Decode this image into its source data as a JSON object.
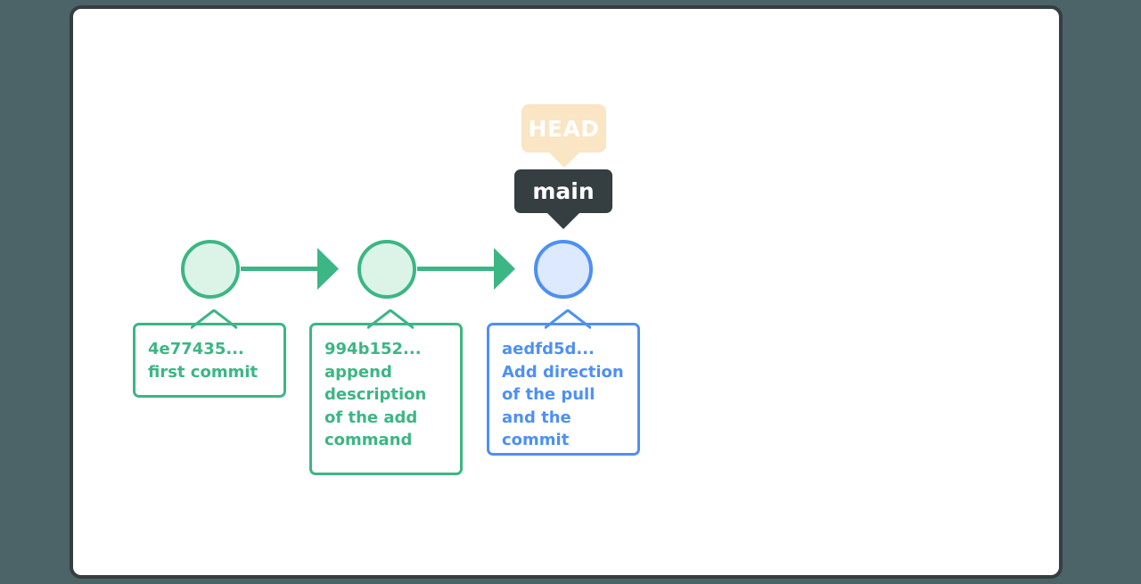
{
  "canvas": {
    "background_color": "#4c6468",
    "panel_background": "#ffffff",
    "panel_border_color": "#353e41"
  },
  "theme": {
    "commit_green": "#3cb684",
    "commit_green_fill": "#dcf4e8",
    "commit_blue": "#4e90f2",
    "commit_blue_fill": "#dde9ff",
    "head_badge_color": "#fae5c4",
    "branch_badge_color": "#353e41",
    "badge_text_color": "#ffffff"
  },
  "head_pointer": {
    "label": "HEAD"
  },
  "branch_pointer": {
    "label": "main"
  },
  "commits": [
    {
      "hash": "4e77435...",
      "message": "first commit",
      "color": "green",
      "is_head": false
    },
    {
      "hash": "994b152...",
      "message": "append description of the add command",
      "color": "green",
      "is_head": false
    },
    {
      "hash": "aedfd5d...",
      "message": "Add direction of the pull and the commit",
      "color": "blue",
      "is_head": true
    }
  ],
  "edges": [
    {
      "from": "4e77435...",
      "to": "994b152...",
      "color": "#3cb684"
    },
    {
      "from": "994b152...",
      "to": "aedfd5d...",
      "color": "#3cb684"
    }
  ]
}
